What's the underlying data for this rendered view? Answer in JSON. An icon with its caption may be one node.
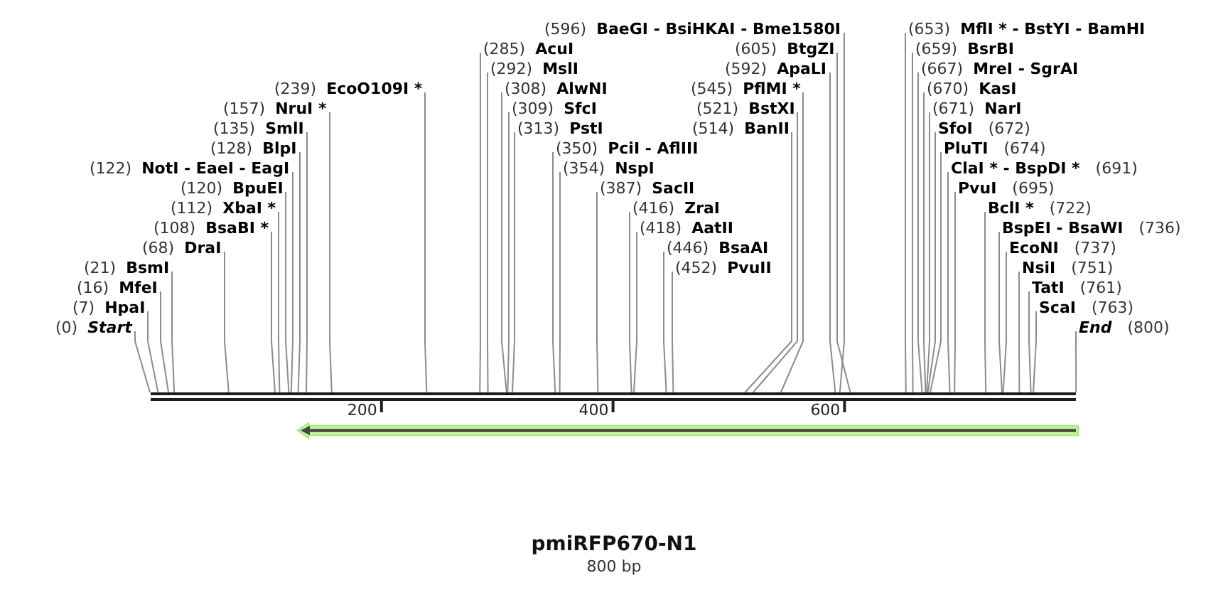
{
  "diagram": {
    "title": "pmiRFP670-N1",
    "caption": "800 bp",
    "nodes": [
      {
        "text": [
          "(596)",
          "BaeGI - BsiHKAI - Bme1580I"
        ]
      },
      {
        "text": [
          "(592)",
          "ApaLI"
        ]
      },
      {
        "text": [
          "(545)",
          "PflMI *"
        ]
      },
      {
        "text": [
          "SfoI",
          "(672)"
        ]
      },
      {
        "text": [
          "(521)",
          "BstXI"
        ]
      },
      {
        "text": [
          "PluTI",
          "(674)"
        ]
      },
      {
        "text": [
          "(313)",
          "PstI"
        ]
      },
      {
        "text": [
          "(122)",
          "NotI - EaeI - EagI"
        ]
      },
      {
        "text": [
          "(514)",
          "BanII"
        ]
      },
      {
        "text": [
          "ClaI * - BspDI *",
          "(691)"
        ]
      },
      {
        "text": [
          "(309)",
          "SfcI"
        ]
      },
      {
        "text": [
          "PvuI",
          "(695)"
        ]
      },
      {
        "text": [
          "(120)",
          "BpuEI"
        ]
      },
      {
        "text": [
          "(308)",
          "AlwNI"
        ]
      },
      {
        "text": [
          "(452)",
          "PvuII"
        ]
      },
      {
        "text": [
          "(112)",
          "XbaI *"
        ]
      },
      {
        "text": [
          "(292)",
          "MslI"
        ]
      },
      {
        "text": [
          "(446)",
          "BsaAI"
        ]
      },
      {
        "text": [
          "BclI *",
          "(722)"
        ]
      },
      {
        "text": [
          "(108)",
          "BsaBI *"
        ]
      },
      {
        "text": [
          "(285)",
          "AcuI"
        ]
      },
      {
        "text": [
          "(671)",
          "NarI"
        ]
      },
      {
        "text": [
          "BspEI - BsaWI",
          "(736)"
        ]
      },
      {
        "text": [
          "(418)",
          "AatII"
        ]
      },
      {
        "text": [
          "(68)",
          "DraI"
        ]
      },
      {
        "text": [
          "(670)",
          "KasI"
        ]
      },
      {
        "text": [
          "EcoNI",
          "(737)"
        ]
      },
      {
        "text": [
          "(239)",
          "EcoO109I *"
        ]
      },
      {
        "text": [
          "(416)",
          "ZraI"
        ]
      },
      {
        "text": [
          "(667)",
          "MreI - SgrAI"
        ]
      },
      {
        "text": [
          "NsiI",
          "(751)"
        ]
      },
      {
        "text": [
          "(21)",
          "BsmI"
        ]
      },
      {
        "text": [
          "(157)",
          "NruI *"
        ]
      },
      {
        "text": [
          "(387)",
          "SacII"
        ]
      },
      {
        "text": [
          "(659)",
          "BsrBI"
        ]
      },
      {
        "text": [
          "TatI",
          "(761)"
        ]
      },
      {
        "text": [
          "(16)",
          "MfeI"
        ]
      },
      {
        "text": [
          "(653)",
          "MflI * - BstYI - BamHI"
        ]
      },
      {
        "text": [
          "ScaI",
          "(763)"
        ]
      },
      {
        "text": [
          "(7)",
          "HpaI"
        ]
      },
      {
        "text": [
          "(135)",
          "SmlI"
        ]
      },
      {
        "text": [
          "(354)",
          "NspI"
        ]
      },
      {
        "text": [
          "(0)",
          "Start"
        ]
      },
      {
        "text": [
          "(128)",
          "BlpI"
        ]
      },
      {
        "text": [
          "(350)",
          "PciI - AflIII"
        ]
      },
      {
        "text": [
          "(605)",
          "BtgZI"
        ]
      },
      {
        "text": [
          "End",
          "(800)"
        ]
      },
      {
        "text": [],
        "shape": "bar"
      }
    ],
    "edges": [
      {
        "from": 0,
        "to": 47,
        "arrow": "none"
      },
      {
        "from": 1,
        "to": 47,
        "arrow": "none"
      },
      {
        "from": 2,
        "to": 47,
        "arrow": "none"
      },
      {
        "from": 3,
        "to": 47,
        "arrow": "none"
      },
      {
        "from": 4,
        "to": 47,
        "arrow": "none"
      },
      {
        "from": 5,
        "to": 47,
        "arrow": "none"
      },
      {
        "from": 6,
        "to": 47,
        "arrow": "none"
      },
      {
        "from": 7,
        "to": 47,
        "arrow": "none"
      },
      {
        "from": 8,
        "to": 47,
        "arrow": "none"
      },
      {
        "from": 9,
        "to": 47,
        "arrow": "none"
      },
      {
        "from": 10,
        "to": 47,
        "arrow": "none"
      },
      {
        "from": 11,
        "to": 47,
        "arrow": "none"
      },
      {
        "from": 12,
        "to": 47,
        "arrow": "none"
      },
      {
        "from": 13,
        "to": 47,
        "arrow": "none"
      },
      {
        "from": 14,
        "to": 47,
        "arrow": "none"
      },
      {
        "from": 15,
        "to": 47,
        "arrow": "none"
      },
      {
        "from": 16,
        "to": 47,
        "arrow": "none"
      },
      {
        "from": 17,
        "to": 47,
        "arrow": "none"
      },
      {
        "from": 18,
        "to": 47,
        "arrow": "none"
      },
      {
        "from": 19,
        "to": 47,
        "arrow": "none"
      },
      {
        "from": 20,
        "to": 47,
        "arrow": "none"
      },
      {
        "from": 21,
        "to": 47,
        "arrow": "none"
      },
      {
        "from": 22,
        "to": 47,
        "arrow": "none"
      },
      {
        "from": 23,
        "to": 47,
        "arrow": "none"
      },
      {
        "from": 24,
        "to": 47,
        "arrow": "none"
      },
      {
        "from": 25,
        "to": 47,
        "arrow": "none"
      },
      {
        "from": 26,
        "to": 47,
        "arrow": "none"
      },
      {
        "from": 27,
        "to": 47,
        "arrow": "none"
      },
      {
        "from": 28,
        "to": 47,
        "arrow": "none"
      },
      {
        "from": 29,
        "to": 47,
        "arrow": "none"
      },
      {
        "from": 30,
        "to": 47,
        "arrow": "none"
      },
      {
        "from": 31,
        "to": 47,
        "arrow": "none"
      },
      {
        "from": 32,
        "to": 47,
        "arrow": "none"
      },
      {
        "from": 33,
        "to": 47,
        "arrow": "none"
      },
      {
        "from": 34,
        "to": 47,
        "arrow": "none"
      },
      {
        "from": 35,
        "to": 47,
        "arrow": "none"
      },
      {
        "from": 36,
        "to": 47,
        "arrow": "none"
      },
      {
        "from": 37,
        "to": 47,
        "arrow": "none"
      },
      {
        "from": 38,
        "to": 47,
        "arrow": "none"
      },
      {
        "from": 39,
        "to": 47,
        "arrow": "none"
      },
      {
        "from": 40,
        "to": 47,
        "arrow": "none"
      },
      {
        "from": 41,
        "to": 47,
        "arrow": "none"
      },
      {
        "from": 42,
        "to": 47,
        "arrow": "none"
      },
      {
        "from": 43,
        "to": 47,
        "arrow": "none"
      },
      {
        "from": 44,
        "to": 47,
        "arrow": "none"
      },
      {
        "from": 45,
        "to": 47,
        "arrow": "none"
      },
      {
        "from": 46,
        "to": 47,
        "arrow": "none"
      }
    ],
    "labels": [
      "200",
      "400",
      "600"
    ]
  }
}
